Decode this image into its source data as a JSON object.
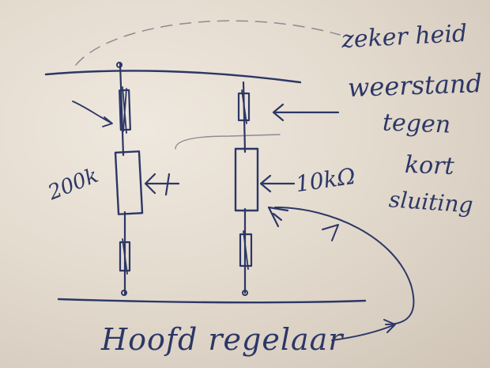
{
  "diagram": {
    "labels": {
      "left_resistor_value": "200k",
      "right_resistor_value": "10kΩ",
      "main_label": "Hoofd regelaar"
    },
    "annotation": {
      "lines": [
        "zeker heid",
        "weerstand",
        "tegen",
        "kort",
        "sluiting"
      ]
    },
    "colors": {
      "ink": "#2c3766",
      "paper": "#e9e1d6"
    }
  }
}
